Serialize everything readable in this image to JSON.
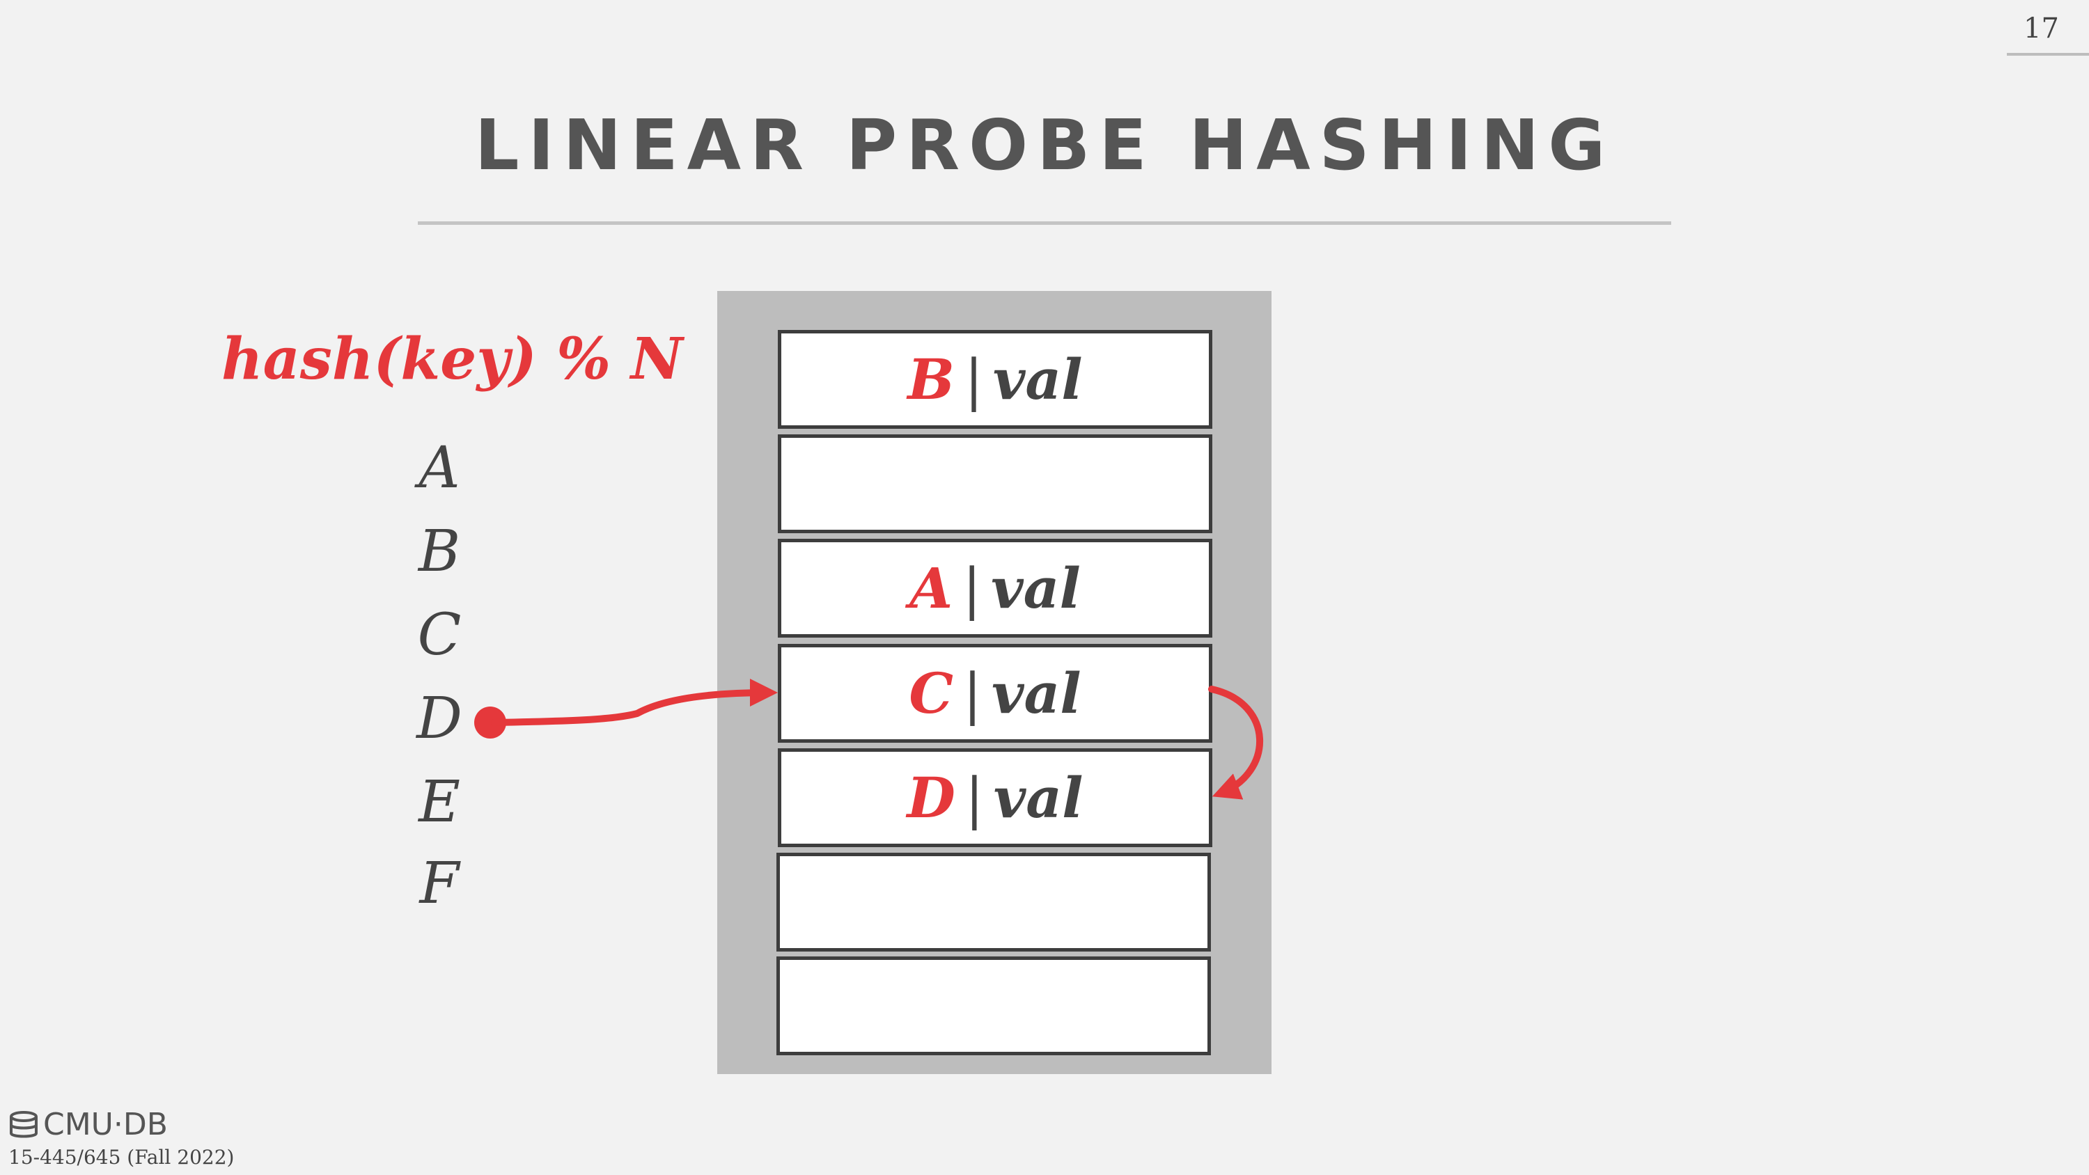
{
  "slide": {
    "page_number": "17",
    "title": "LINEAR PROBE HASHING",
    "hash_function": "hash(key) % N",
    "keys": [
      "A",
      "B",
      "C",
      "D",
      "E",
      "F"
    ],
    "separator": "|",
    "slots": [
      {
        "key": "B",
        "value": "val"
      },
      {
        "key": "",
        "value": ""
      },
      {
        "key": "A",
        "value": "val"
      },
      {
        "key": "C",
        "value": "val"
      },
      {
        "key": "D",
        "value": "val"
      },
      {
        "key": "",
        "value": ""
      },
      {
        "key": "",
        "value": ""
      }
    ],
    "logo_text": "CMU·DB",
    "course": "15-445/645 (Fall 2022)"
  },
  "colors": {
    "accent": "#e5383b",
    "text": "#444444",
    "table_background": "#bdbdbd"
  }
}
